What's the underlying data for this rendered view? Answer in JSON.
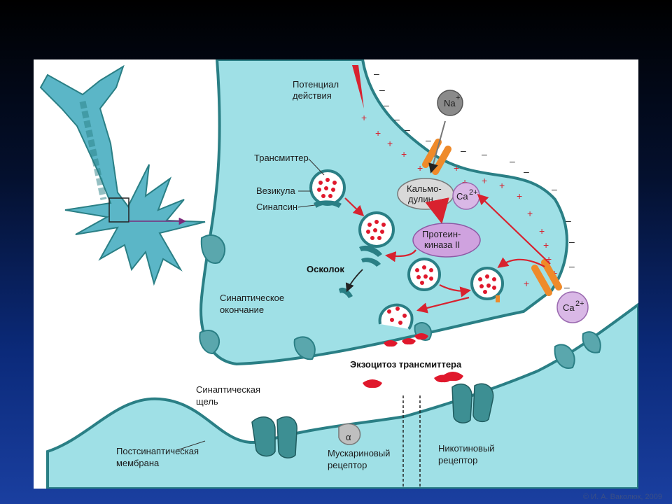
{
  "labels": {
    "action_potential": [
      "Потенциал",
      "действия"
    ],
    "transmitter": "Трансмиттер",
    "vesicle": "Везикула",
    "synapsin": "Синапсин",
    "fragment": "Осколок",
    "synaptic_terminal": [
      "Синаптическое",
      "окончание"
    ],
    "calmodulin": [
      "Кальмо-",
      "дулин"
    ],
    "protein_kinase": [
      "Протеин-",
      "киназа II"
    ],
    "na_ion": "Na",
    "ca_ion": "Ca",
    "ca_charge": "2+",
    "na_charge": "+",
    "exocytosis": "Экзоцитоз трансмиттера",
    "synaptic_cleft": [
      "Синаптическая",
      "щель"
    ],
    "postsynaptic_membrane": [
      "Постсинаптическая",
      "мембрана"
    ],
    "muscarinic_receptor": [
      "Мускариновый",
      "рецептор"
    ],
    "nicotinic_receptor": [
      "Никотиновый",
      "рецептор"
    ],
    "alpha": "α"
  },
  "copyright": "© И. А. Ваколюк, 2009",
  "colors": {
    "cytoplasm": "#9fe0e6",
    "membrane": "#2a7f85",
    "vesicle_dot": "#e0182c",
    "arrow": "#d8222f",
    "ca_ion": "#d9b8e6",
    "calmodulin": "#d9d9d9",
    "protein_kinase": "#cfa2df",
    "channel": "#ef8a2a"
  }
}
